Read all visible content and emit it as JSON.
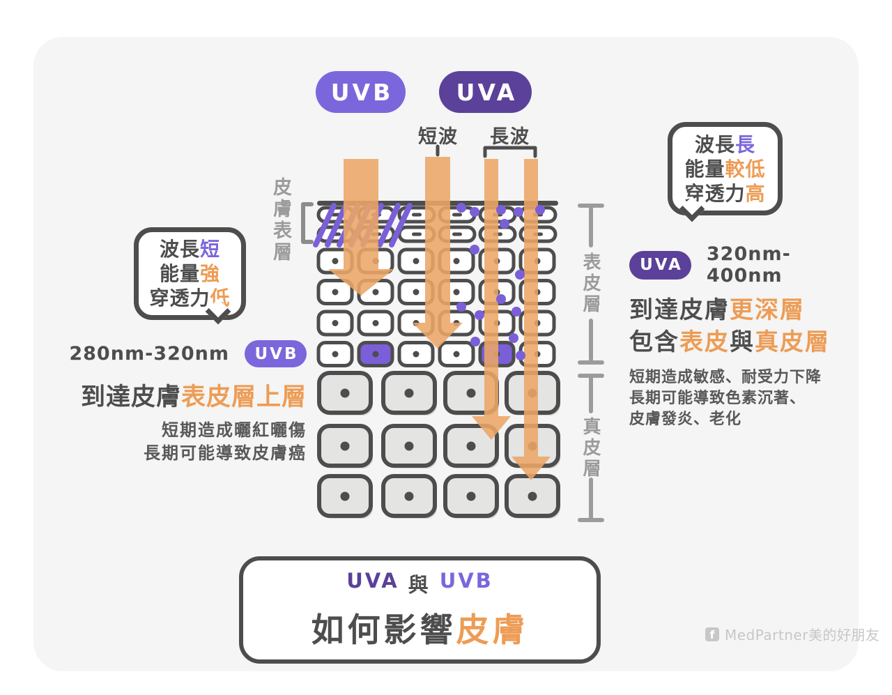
{
  "colors": {
    "dark": "#4D4D4D",
    "orange": "#ED9C55",
    "arrow_orange": "#EAA667",
    "purple_light": "#7C66DC",
    "purple_dark": "#5B4199",
    "purple_accent": "#7B5FD8",
    "gray_label": "#9B9B9B",
    "bracket_gray": "#8C8C8C",
    "card_bg": "#F4F5F4",
    "cell_fill": "#FFFFFF",
    "dermis_fill": "#E4E4E2",
    "dermis_shadow": "#D4D4D1",
    "watermark": "#C7C7C7"
  },
  "header": {
    "uvb_pill": "UVB",
    "uva_pill": "UVA",
    "short_wave": "短波",
    "long_wave": "長波"
  },
  "skin_labels": {
    "surface": "皮膚表層",
    "epidermis": "表皮層",
    "dermis": "真皮層"
  },
  "uvb": {
    "bubble_line1": {
      "prefix": "波長",
      "highlight": "短"
    },
    "bubble_line2": {
      "prefix": "能量",
      "highlight": "強"
    },
    "bubble_line3": {
      "prefix": "穿透力",
      "highlight": "低"
    },
    "range": "280nm-320nm",
    "pill": "UVB",
    "headline": {
      "prefix": "到達皮膚",
      "highlight": "表皮層上層"
    },
    "note1": "短期造成曬紅曬傷",
    "note2": "長期可能導致皮膚癌"
  },
  "uva": {
    "bubble_line1": {
      "prefix": "波長",
      "highlight": "長"
    },
    "bubble_line2": {
      "prefix": "能量",
      "highlight": "較低"
    },
    "bubble_line3": {
      "prefix": "穿透力",
      "highlight": "高"
    },
    "pill": "UVA",
    "range": "320nm-400nm",
    "headline1": {
      "prefix": "到達皮膚",
      "highlight": "更深層"
    },
    "headline2": {
      "prefix": "包含",
      "hl1": "表皮",
      "mid": "與",
      "hl2": "真皮層"
    },
    "note1": "短期造成敏感、耐受力下降",
    "note2": "長期可能導致色素沉著、",
    "note3": "皮膚發炎、老化"
  },
  "footer": {
    "title": {
      "uva": "UVA",
      "mid": "與",
      "uvb": "UVB"
    },
    "subtitle": {
      "prefix": "如何影響",
      "highlight": "皮膚"
    }
  },
  "watermark": {
    "icon": "facebook-icon",
    "text": "MedPartner美的好朋友"
  }
}
